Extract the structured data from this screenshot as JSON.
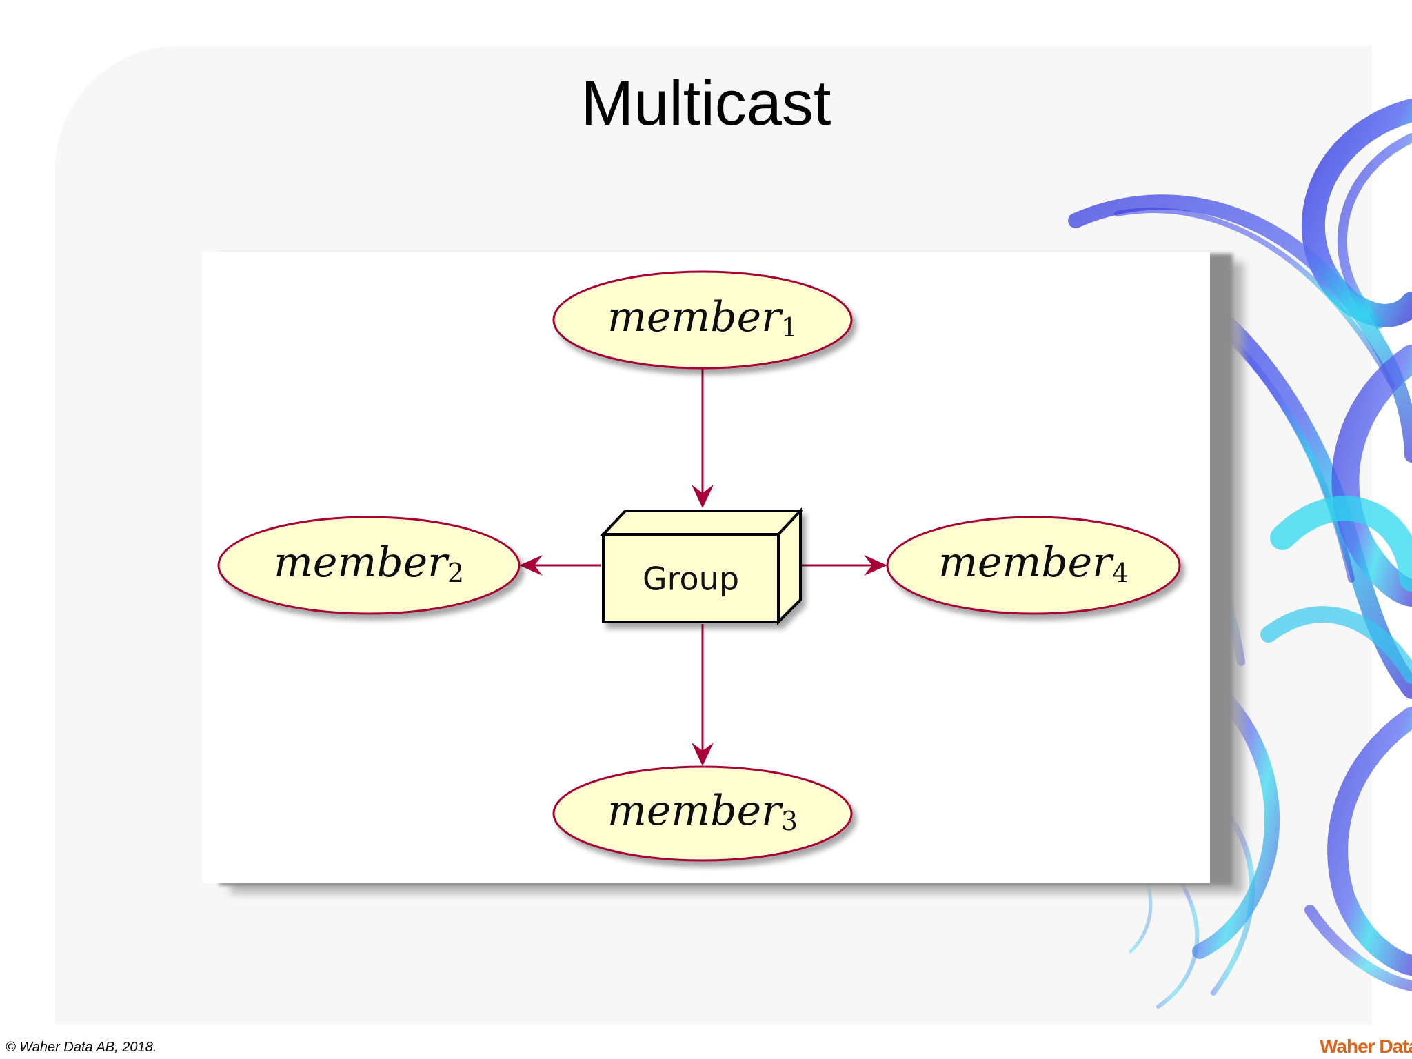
{
  "slide": {
    "title": "Multicast",
    "footer": "© Waher Data AB, 2018.",
    "logo_text": "Waher Data"
  },
  "diagram": {
    "center": {
      "label": "Group",
      "shape": "3d-box"
    },
    "members": [
      {
        "id": "m1",
        "base": "member",
        "sub": "1",
        "position": "top"
      },
      {
        "id": "m2",
        "base": "member",
        "sub": "2",
        "position": "left"
      },
      {
        "id": "m3",
        "base": "member",
        "sub": "3",
        "position": "bottom"
      },
      {
        "id": "m4",
        "base": "member",
        "sub": "4",
        "position": "right"
      }
    ],
    "edges": [
      {
        "from": "m1",
        "to": "Group"
      },
      {
        "from": "Group",
        "to": "m2"
      },
      {
        "from": "Group",
        "to": "m3"
      },
      {
        "from": "Group",
        "to": "m4"
      }
    ]
  },
  "colors": {
    "node_fill": "#fefed0",
    "node_border": "#a80036",
    "edge": "#a80036",
    "box_fill": "#fefed0",
    "box_border": "#000000",
    "logo": "#d9661f",
    "panel": "#f7f7f8"
  }
}
